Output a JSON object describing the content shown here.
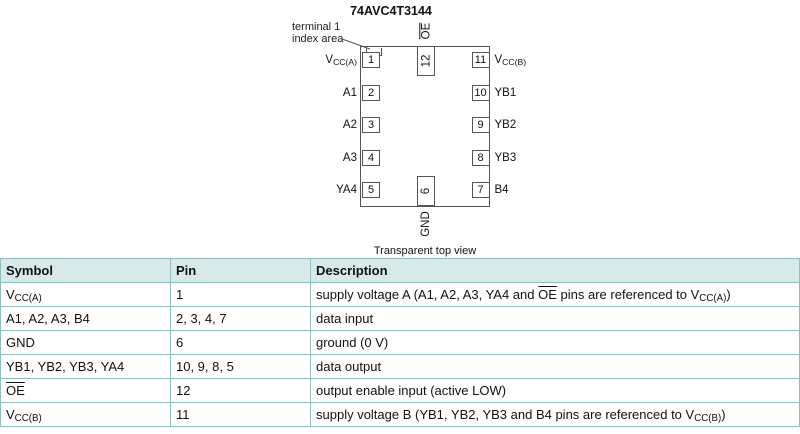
{
  "colors": {
    "table_border": "#8fbfbf",
    "table_header_bg": "#d8e9e9",
    "diagram_line": "#555555"
  },
  "diagram": {
    "title": "74AVC4T3144",
    "annotation_line1": "terminal 1",
    "annotation_line2": "index area",
    "caption": "Transparent top view",
    "top_pin": {
      "number": "12",
      "label": [
        {
          "t": "OE",
          "s": "ovl"
        }
      ]
    },
    "bottom_pin": {
      "number": "6",
      "label": "GND"
    },
    "left_pins": [
      {
        "number": "1",
        "label": [
          {
            "t": "V"
          },
          {
            "t": "CC(A)",
            "s": "sub"
          }
        ]
      },
      {
        "number": "2",
        "label": [
          {
            "t": "A1"
          }
        ]
      },
      {
        "number": "3",
        "label": [
          {
            "t": "A2"
          }
        ]
      },
      {
        "number": "4",
        "label": [
          {
            "t": "A3"
          }
        ]
      },
      {
        "number": "5",
        "label": [
          {
            "t": "YA4"
          }
        ]
      }
    ],
    "right_pins": [
      {
        "number": "11",
        "label": [
          {
            "t": "V"
          },
          {
            "t": "CC(B)",
            "s": "sub"
          }
        ]
      },
      {
        "number": "10",
        "label": [
          {
            "t": "YB1"
          }
        ]
      },
      {
        "number": "9",
        "label": [
          {
            "t": "YB2"
          }
        ]
      },
      {
        "number": "8",
        "label": [
          {
            "t": "YB3"
          }
        ]
      },
      {
        "number": "7",
        "label": [
          {
            "t": "B4"
          }
        ]
      }
    ]
  },
  "table": {
    "headers": [
      "Symbol",
      "Pin",
      "Description"
    ],
    "rows": [
      {
        "symbol": [
          {
            "t": "V"
          },
          {
            "t": "CC(A)",
            "s": "sub"
          }
        ],
        "pin": [
          {
            "t": "1"
          }
        ],
        "desc": [
          {
            "t": "supply voltage A (A1, A2, A3, YA4 and "
          },
          {
            "t": "OE",
            "s": "ovl"
          },
          {
            "t": " pins are referenced to V"
          },
          {
            "t": "CC(A)",
            "s": "sub"
          },
          {
            "t": ")"
          }
        ]
      },
      {
        "symbol": [
          {
            "t": "A1, A2, A3, B4"
          }
        ],
        "pin": [
          {
            "t": "2, 3, 4, 7"
          }
        ],
        "desc": [
          {
            "t": "data input"
          }
        ]
      },
      {
        "symbol": [
          {
            "t": "GND"
          }
        ],
        "pin": [
          {
            "t": "6"
          }
        ],
        "desc": [
          {
            "t": "ground (0 V)"
          }
        ]
      },
      {
        "symbol": [
          {
            "t": "YB1, YB2, YB3, YA4"
          }
        ],
        "pin": [
          {
            "t": "10, 9, 8, 5"
          }
        ],
        "desc": [
          {
            "t": "data output"
          }
        ]
      },
      {
        "symbol": [
          {
            "t": "OE",
            "s": "ovl"
          }
        ],
        "pin": [
          {
            "t": "12"
          }
        ],
        "desc": [
          {
            "t": "output enable input (active LOW)"
          }
        ]
      },
      {
        "symbol": [
          {
            "t": "V"
          },
          {
            "t": "CC(B)",
            "s": "sub"
          }
        ],
        "pin": [
          {
            "t": "11"
          }
        ],
        "desc": [
          {
            "t": "supply voltage B (YB1, YB2, YB3 and B4 pins are referenced to V"
          },
          {
            "t": "CC(B)",
            "s": "sub"
          },
          {
            "t": ")"
          }
        ]
      }
    ]
  }
}
